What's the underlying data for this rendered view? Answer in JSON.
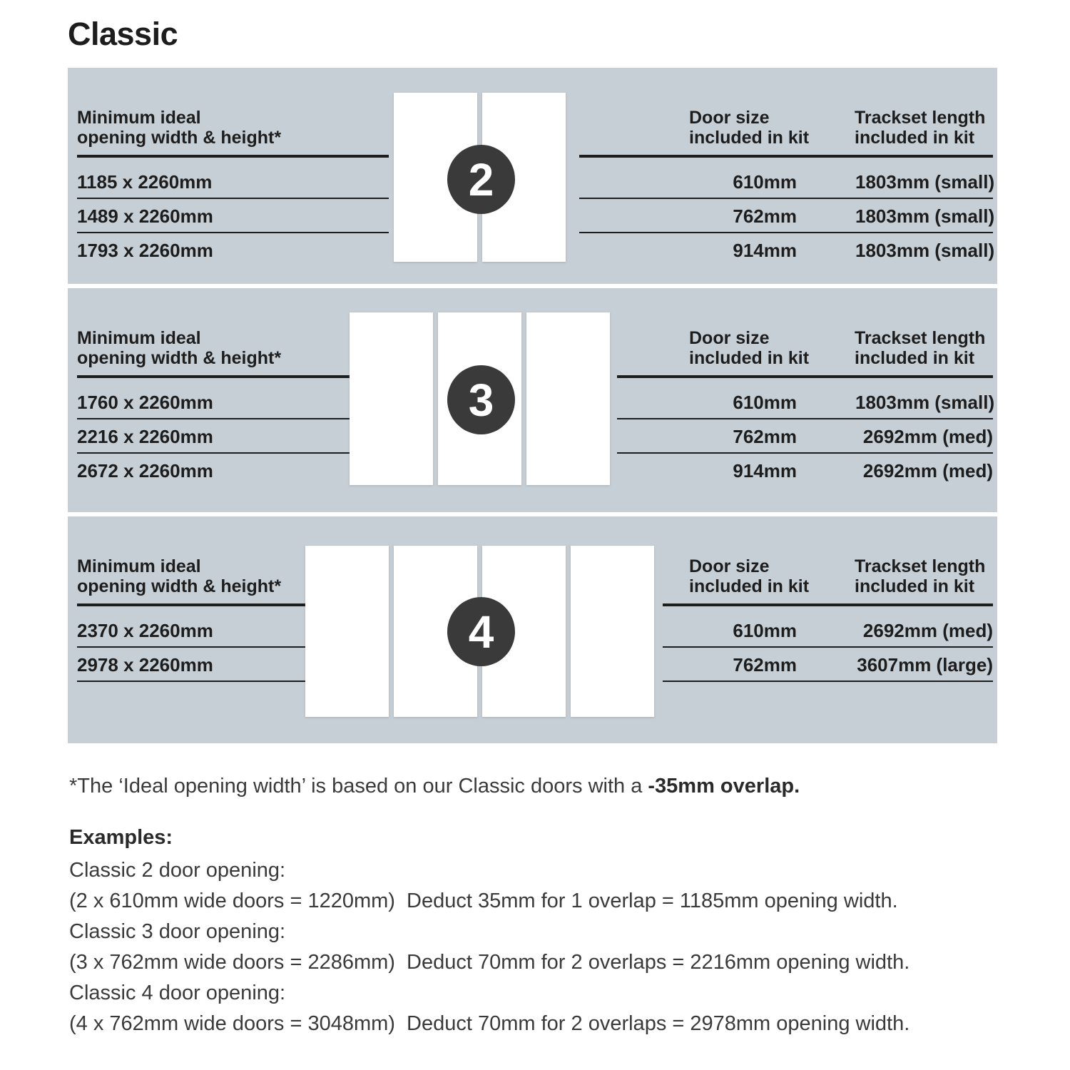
{
  "title": "Classic",
  "colors": {
    "panel_bg": "#c7cfd6",
    "badge_bg": "#3a3a3b",
    "line_ink": "#1d1d1d"
  },
  "columns": {
    "opening": [
      "Minimum ideal",
      "opening width & height*"
    ],
    "door_size": [
      "Door size",
      "included in kit"
    ],
    "trackset": [
      "Trackset length",
      "included in kit"
    ]
  },
  "sections": [
    {
      "badge": "2",
      "rows": [
        {
          "opening": "1185 x 2260mm",
          "door_size": "610mm",
          "trackset": "1803mm (small)"
        },
        {
          "opening": "1489 x 2260mm",
          "door_size": "762mm",
          "trackset": "1803mm (small)"
        },
        {
          "opening": "1793 x 2260mm",
          "door_size": "914mm",
          "trackset": "1803mm (small)"
        }
      ]
    },
    {
      "badge": "3",
      "rows": [
        {
          "opening": "1760 x 2260mm",
          "door_size": "610mm",
          "trackset": "1803mm (small)"
        },
        {
          "opening": "2216 x 2260mm",
          "door_size": "762mm",
          "trackset": "2692mm (med)"
        },
        {
          "opening": "2672 x 2260mm",
          "door_size": "914mm",
          "trackset": "2692mm (med)"
        }
      ]
    },
    {
      "badge": "4",
      "rows": [
        {
          "opening": "2370 x 2260mm",
          "door_size": "610mm",
          "trackset": "2692mm (med)"
        },
        {
          "opening": "2978 x 2260mm",
          "door_size": "762mm",
          "trackset": "3607mm (large)"
        }
      ]
    }
  ],
  "footnote": {
    "normal": "*The ‘Ideal opening width’ is based on our Classic doors with a ",
    "bold": "-35mm overlap."
  },
  "examples": {
    "heading": "Examples:",
    "lines": [
      "Classic 2 door opening:",
      "(2 x 610mm wide doors = 1220mm)  Deduct 35mm for 1 overlap = 1185mm opening width.",
      "Classic 3 door opening:",
      "(3 x 762mm wide doors = 2286mm)  Deduct 70mm for 2 overlaps = 2216mm opening width.",
      "Classic 4 door opening:",
      "(4 x 762mm wide doors = 3048mm)  Deduct 70mm for 2 overlaps = 2978mm opening width."
    ]
  }
}
